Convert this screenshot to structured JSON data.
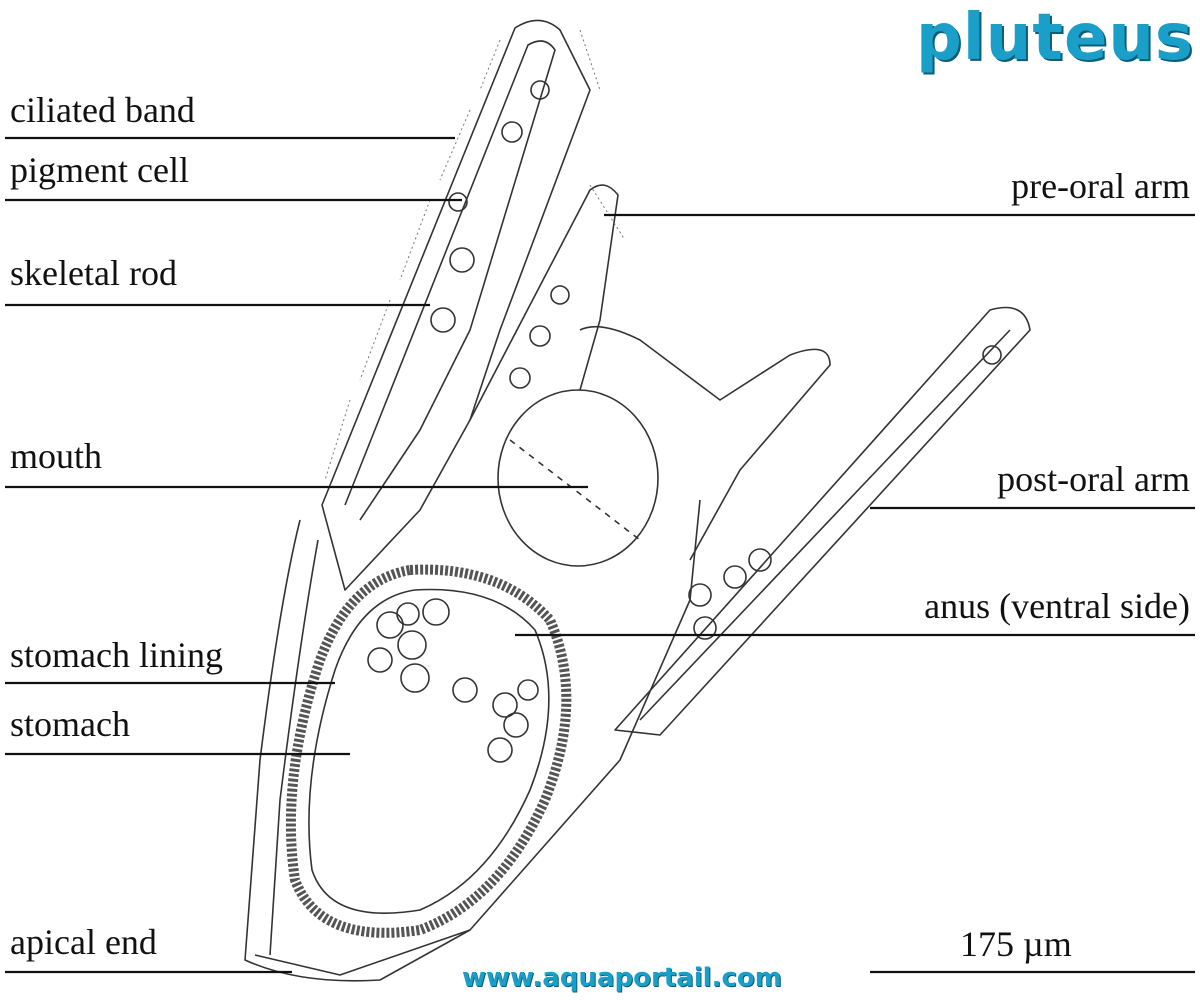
{
  "title": "pluteus",
  "website": "www.aquaportail.com",
  "scale_bar": "175 µm",
  "labels": {
    "ciliated_band": "ciliated band",
    "pigment_cell": "pigment cell",
    "skeletal_rod": "skeletal rod",
    "mouth": "mouth",
    "stomach_lining": "stomach lining",
    "stomach": "stomach",
    "apical_end": "apical end",
    "pre_oral_arm": "pre-oral arm",
    "post_oral_arm": "post-oral arm",
    "anus": "anus (ventral side)"
  },
  "colors": {
    "title": "#1a9fc9",
    "title_shadow": "#0b5d78",
    "line": "#222222"
  }
}
